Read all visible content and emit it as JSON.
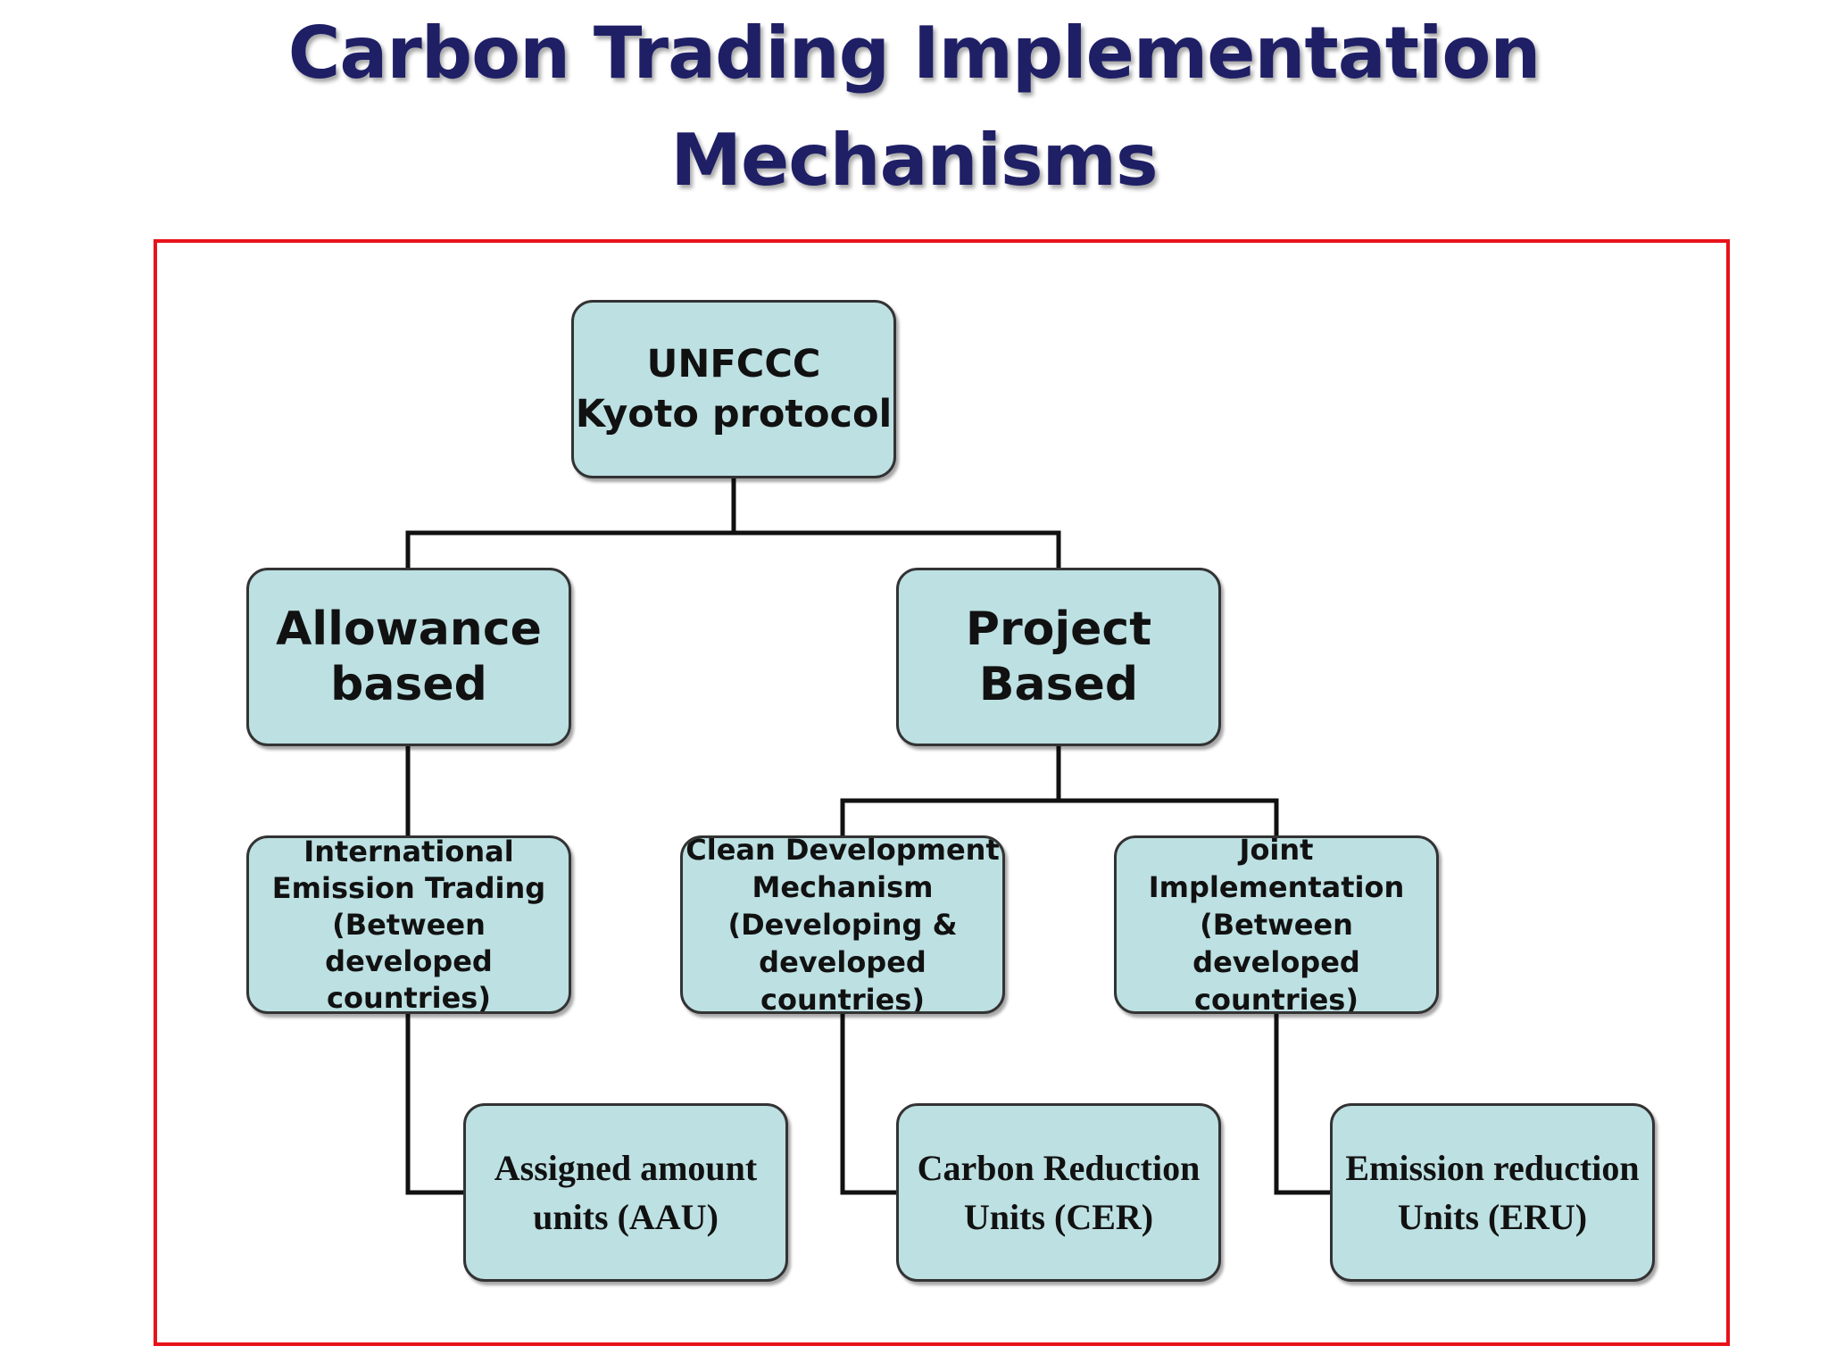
{
  "title": "Carbon Trading Implementation\nMechanisms",
  "colors": {
    "title": "#1f1f66",
    "frame_border": "#e8121b",
    "node_fill": "#bde0e2",
    "node_border": "#333333",
    "connector": "#111111"
  },
  "nodes": {
    "root": "UNFCCC\nKyoto protocol",
    "allowance": "Allowance\nbased",
    "project": "Project Based",
    "iet": "International\nEmission Trading\n(Between developed\ncountries)",
    "cdm": "Clean Development\nMechanism\n(Developing &\ndeveloped countries)",
    "ji": "Joint Implementation\n(Between developed\ncountries)",
    "aau": "Assigned amount\nunits (AAU)",
    "cer": "Carbon Reduction\nUnits (CER)",
    "eru": "Emission reduction\nUnits (ERU)"
  },
  "edges": [
    [
      "root",
      "allowance"
    ],
    [
      "root",
      "project"
    ],
    [
      "allowance",
      "iet"
    ],
    [
      "project",
      "cdm"
    ],
    [
      "project",
      "ji"
    ],
    [
      "iet",
      "aau"
    ],
    [
      "cdm",
      "cer"
    ],
    [
      "ji",
      "eru"
    ]
  ]
}
